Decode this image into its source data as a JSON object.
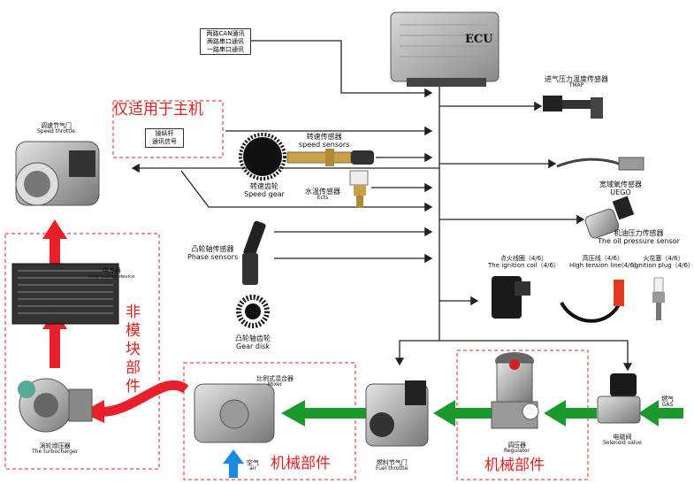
{
  "ecu": {
    "label": "ECU"
  },
  "comm_box": {
    "line1": "两路CAN通讯",
    "line2": "两路串口通讯",
    "line3": "一路串口通讯"
  },
  "host_only_box": {
    "title": "仅适用于主机",
    "line1": "操纵杆",
    "line2": "通讯信号"
  },
  "speed_throttle": {
    "cn": "调速节气门",
    "en": "Speed throttle"
  },
  "intercooler": {
    "cn": "中冷器",
    "en": "Inter-cooled device"
  },
  "turbocharger": {
    "cn": "涡轮增压器",
    "en": "The turbocharger"
  },
  "non_module": {
    "text": "非模块部件"
  },
  "speed_gear": {
    "cn": "转速齿轮",
    "en": "Speed gear"
  },
  "speed_sensors": {
    "cn": "转速传感器",
    "en": "speed sensors"
  },
  "ects": {
    "cn": "水温传感器",
    "en": "Ects"
  },
  "phase_sensors": {
    "cn": "凸轮轴传感器",
    "en": "Phase sensors"
  },
  "gear_disk": {
    "cn": "凸轮轴齿轮",
    "en": "Gear disk"
  },
  "tmap": {
    "cn": "进气压力温度传感器",
    "en": "TMAP"
  },
  "uego": {
    "cn": "宽域氧传感器",
    "en": "UEGO"
  },
  "oil_pressure": {
    "cn": "机油压力传感器",
    "en": "The oil pressure sensor"
  },
  "ignition_coil": {
    "cn": "点火线圈（4/6）",
    "en": "The ignition coil（4/6）"
  },
  "ht_line": {
    "cn": "高压线（4/6）",
    "en": "High tension line(4/6)"
  },
  "spark_plug": {
    "cn": "火花塞（4/6）",
    "en": "ignition plug（4/6）"
  },
  "mixer": {
    "cn": "比例式混合器",
    "en": "Mixer"
  },
  "air": {
    "cn": "空气",
    "en": "air"
  },
  "mech_left": {
    "text": "机械部件"
  },
  "fuel_throttle": {
    "cn": "燃料节气门",
    "en": "Fuel throttle"
  },
  "regulator": {
    "cn": "调压器",
    "en": "Regulator"
  },
  "mech_right": {
    "text": "机械部件"
  },
  "solenoid": {
    "cn": "电磁阀",
    "en": "Solenoid valve"
  },
  "gas": {
    "cn": "燃气",
    "en": "GAS"
  },
  "colors": {
    "red_flow": "#e8202a",
    "green_flow": "#1a9a2a",
    "blue_air": "#1e88e5",
    "dash": "#e02020",
    "wire": "#222222"
  }
}
